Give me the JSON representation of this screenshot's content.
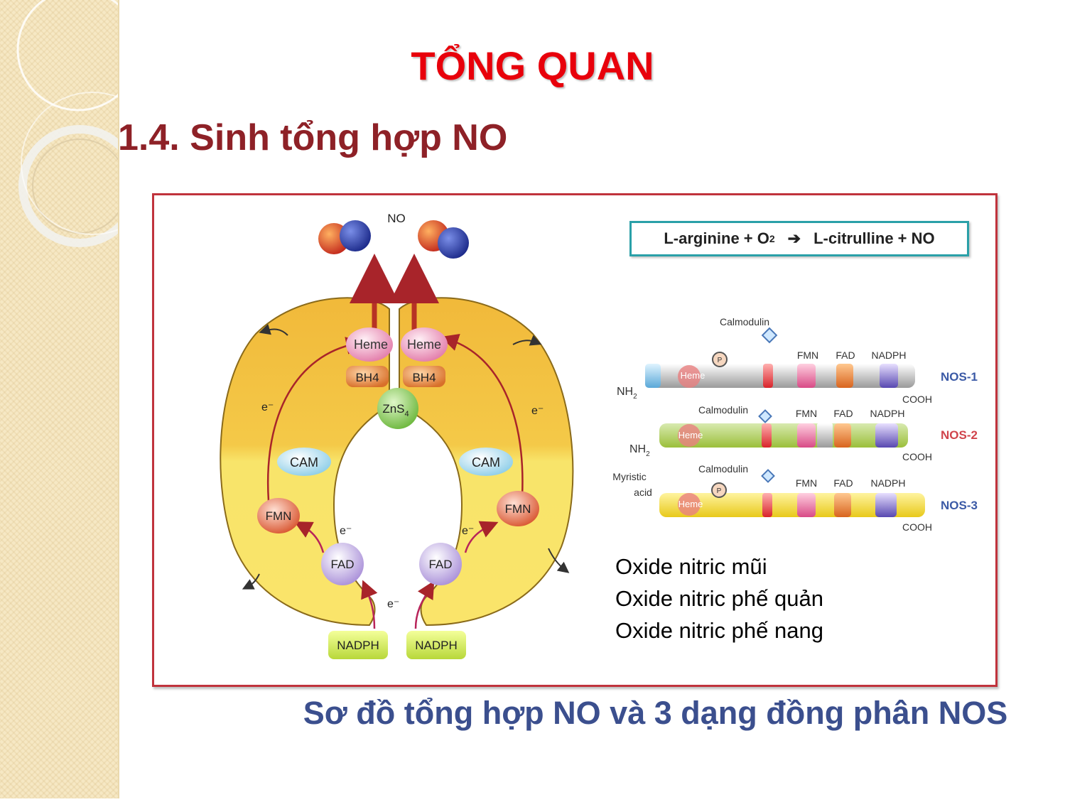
{
  "slide": {
    "title": "TỔNG QUAN",
    "section": "1.4. Sinh tổng hợp NO",
    "caption": "Sơ đồ tổng hợp NO và 3 dạng đồng phân NOS"
  },
  "reaction": {
    "left": "L-arginine + O",
    "o2_sub": "2",
    "arrow": "➔",
    "right": "L-citrulline + NO"
  },
  "enzyme": {
    "no": "NO",
    "heme_left": "Heme",
    "heme_right": "Heme",
    "bh4_left": "BH4",
    "bh4_right": "BH4",
    "zns": "ZnS",
    "zns_sub": "4",
    "cam_left": "CAM",
    "cam_right": "CAM",
    "fmn_left": "FMN",
    "fmn_right": "FMN",
    "fad_left": "FAD",
    "fad_right": "FAD",
    "nadph_left": "NADPH",
    "nadph_right": "NADPH",
    "electron": "e⁻"
  },
  "isoforms": {
    "calmodulin": "Calmodulin",
    "fmn": "FMN",
    "fad": "FAD",
    "nadph": "NADPH",
    "heme": "Heme",
    "nh2": "NH",
    "nh2_sub": "2",
    "cooh": "COOH",
    "myristic": "Myristic",
    "acid": "acid",
    "p": "P",
    "nos1": "NOS-1",
    "nos2": "NOS-2",
    "nos3": "NOS-3"
  },
  "notes": [
    "Oxide nitric mũi",
    "Oxide nitric phế quản",
    "Oxide nitric phế nang"
  ],
  "colors": {
    "title": "#e8000b",
    "section": "#8e2127",
    "caption": "#3b4f8e",
    "frame": "#c0333c",
    "eq_border": "#2aa0a8",
    "nos_label": "#3b5aa6",
    "nos2_label": "#d0444c"
  }
}
